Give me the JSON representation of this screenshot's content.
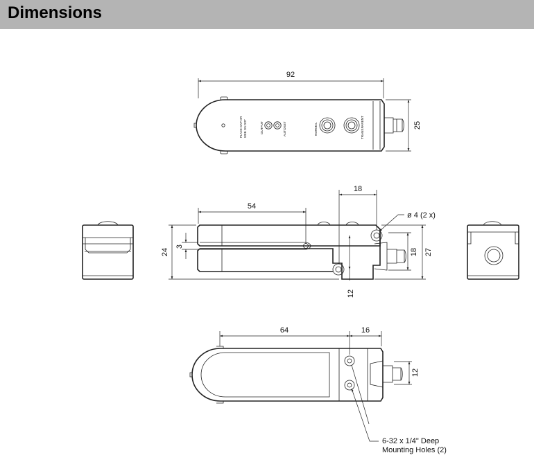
{
  "page_title": "Dimensions",
  "top_view": {
    "dim_length": "92",
    "dim_height": "25",
    "label_place_gap": "PLACE GAP OR",
    "label_web_dot": "WEB ON DOT",
    "label_output": "OUTPUT",
    "label_autoset": "AUTOSET",
    "label_normal": "NORMAL",
    "label_transparent": "TRANSPARENT"
  },
  "side_view": {
    "dim_slot_depth": "54",
    "dim_mount_width": "18",
    "dim_hole": "ø 4 (2 x)",
    "dim_total_height": "24",
    "dim_gap": "3",
    "dim_mount_hole_spacing": "12",
    "dim_connector_height": "18",
    "dim_right_height": "27"
  },
  "bottom_view": {
    "dim_body": "64",
    "dim_mount": "16",
    "dim_connector": "12",
    "note_line1": "6-32 x 1/4\" Deep",
    "note_line2": "Mounting Holes (2)"
  }
}
